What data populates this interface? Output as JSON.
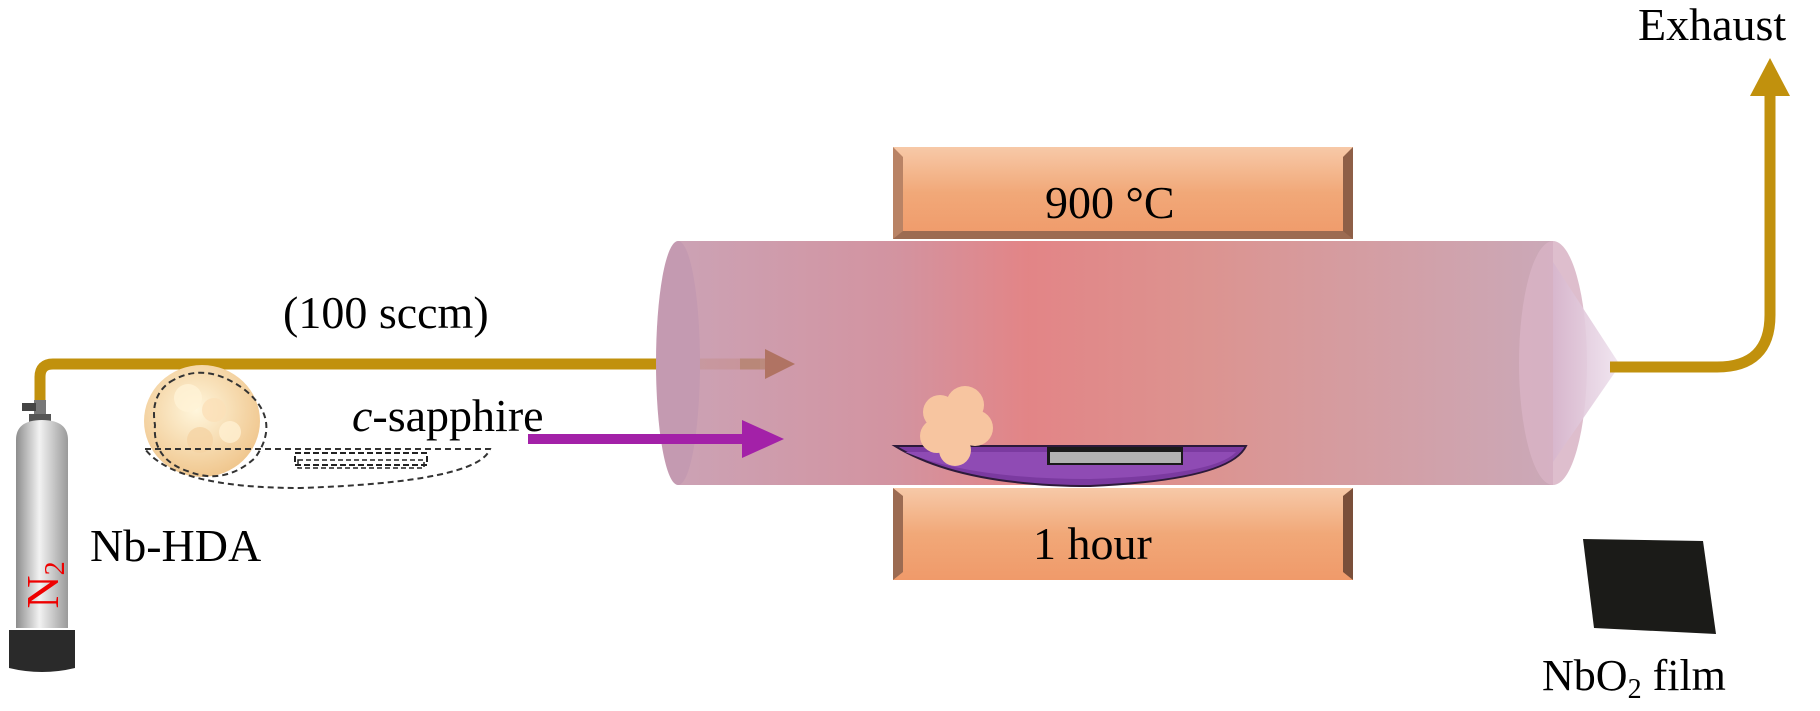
{
  "labels": {
    "exhaust": "Exhaust",
    "flow_rate": "(100 sccm)",
    "substrate_prefix": "c",
    "substrate_rest": "-sapphire",
    "precursor": "Nb-HDA",
    "temperature": "900 °C",
    "duration": "1 hour",
    "gas_symbol": "N",
    "gas_subscript": "2",
    "product_main": "NbO",
    "product_subscript": "2",
    "product_suffix": " film"
  },
  "colors": {
    "gas_line": "#c1910d",
    "substrate_arrow": "#a321a8",
    "heater": "#f0a577",
    "tube": "#c98fa4",
    "tube_hot": "#e07a80",
    "boat": "#7b3aa0",
    "gas_label": "#ee0000",
    "film": "#1b1b18"
  },
  "icons": [
    "gas-cylinder-icon",
    "precursor-powder-icon",
    "arrow-icon"
  ]
}
